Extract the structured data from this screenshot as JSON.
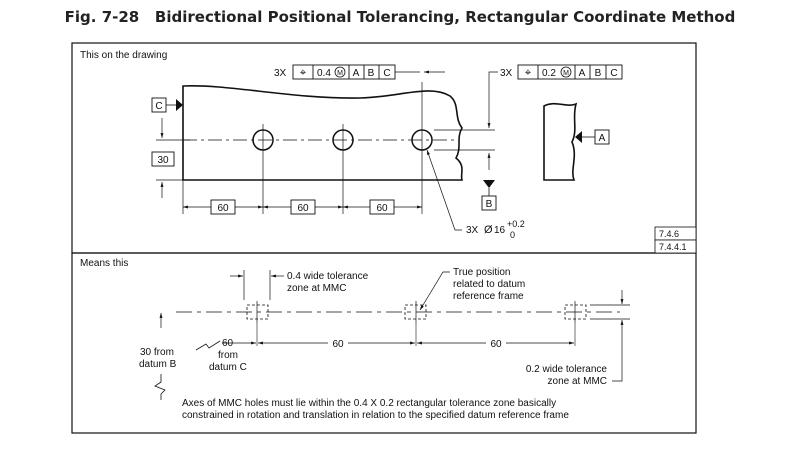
{
  "figure": {
    "number": "Fig. 7-28",
    "title": "Bidirectional Positional Tolerancing, Rectangular Coordinate Method"
  },
  "drawing_panel": {
    "label": "This on the drawing",
    "fcf_left": {
      "count": "3X",
      "symbol": "⌖",
      "tolerance": "0.4",
      "modifier": "M",
      "datums": [
        "A",
        "B",
        "C"
      ]
    },
    "fcf_right": {
      "count": "3X",
      "symbol": "⌖",
      "tolerance": "0.2",
      "modifier": "M",
      "datums": [
        "A",
        "B",
        "C"
      ]
    },
    "datum_c": "C",
    "datum_b": "B",
    "datum_a": "A",
    "vertical_dim": "30",
    "spacing_dims": [
      "60",
      "60",
      "60"
    ],
    "hole_callout": {
      "count": "3X",
      "diameter_symbol": "Ø",
      "size": "16",
      "upper_tol": "+0.2",
      "lower_tol": "0"
    },
    "references": [
      "7.4.6",
      "7.4.4.1"
    ]
  },
  "meaning_panel": {
    "label": "Means this",
    "note_tol_04": [
      "0.4 wide tolerance",
      "zone at MMC"
    ],
    "note_true_position": [
      "True position",
      "related to datum",
      "reference frame"
    ],
    "note_30_from": [
      "30 from",
      "datum B"
    ],
    "note_60_from": [
      "60",
      "from",
      "datum C"
    ],
    "spacing_dims": [
      "60",
      "60"
    ],
    "note_tol_02": [
      "0.2 wide tolerance",
      "zone at MMC"
    ],
    "caption": [
      "Axes of MMC holes must lie within the 0.4 X 0.2 rectangular tolerance zone basically",
      "constrained in rotation and translation in relation to the specified datum reference frame"
    ]
  }
}
